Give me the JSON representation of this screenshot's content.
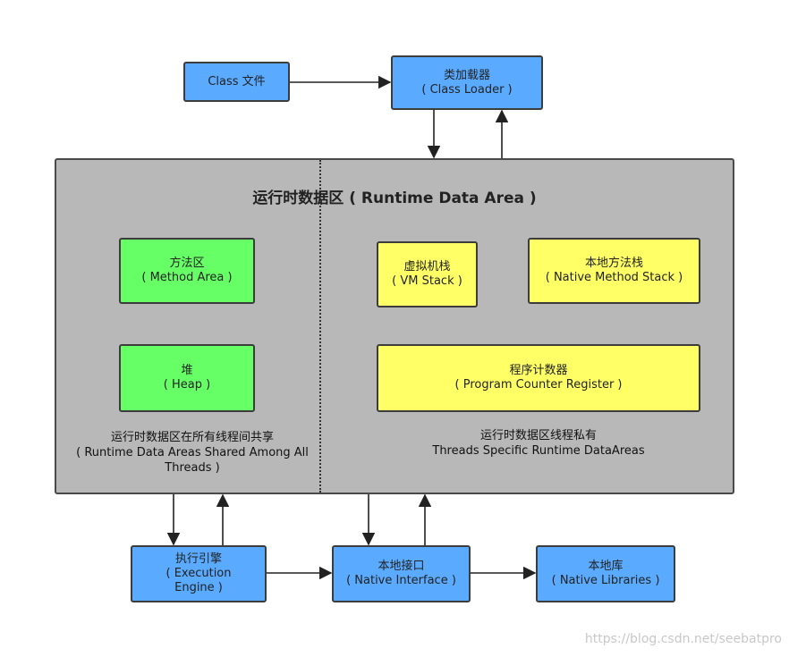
{
  "class_file": {
    "label": "Class 文件"
  },
  "class_loader": {
    "line1": "类加载器",
    "line2": "( Class Loader )"
  },
  "runtime": {
    "title": "运行时数据区 ( Runtime Data Area )"
  },
  "method_area": {
    "line1": "方法区",
    "line2": "( Method Area )"
  },
  "heap": {
    "line1": "堆",
    "line2": "( Heap )"
  },
  "vm_stack": {
    "line1": "虚拟机栈",
    "line2": "( VM Stack )"
  },
  "native_method_stack": {
    "line1": "本地方法栈",
    "line2": "( Native Method Stack )"
  },
  "program_counter": {
    "line1": "程序计数器",
    "line2": "( Program Counter Register )"
  },
  "shared_caption": {
    "line1": "运行时数据区在所有线程间共享",
    "line2": "( Runtime Data Areas Shared Among All",
    "line3": "Threads )"
  },
  "private_caption": {
    "line1": "运行时数据区线程私有",
    "line2": "Threads Specific Runtime DataAreas"
  },
  "execution_engine": {
    "line1": "执行引擎",
    "line2": "( Execution",
    "line3": "Engine )"
  },
  "native_interface": {
    "line1": "本地接口",
    "line2": "( Native Interface )"
  },
  "native_libraries": {
    "line1": "本地库",
    "line2": "( Native Libraries )"
  },
  "watermark": "https://blog.csdn.net/seebatpro",
  "colors": {
    "blue": "#5aabff",
    "green": "#66ff66",
    "yellow": "#ffff66",
    "gray": "#b8b8b8"
  }
}
